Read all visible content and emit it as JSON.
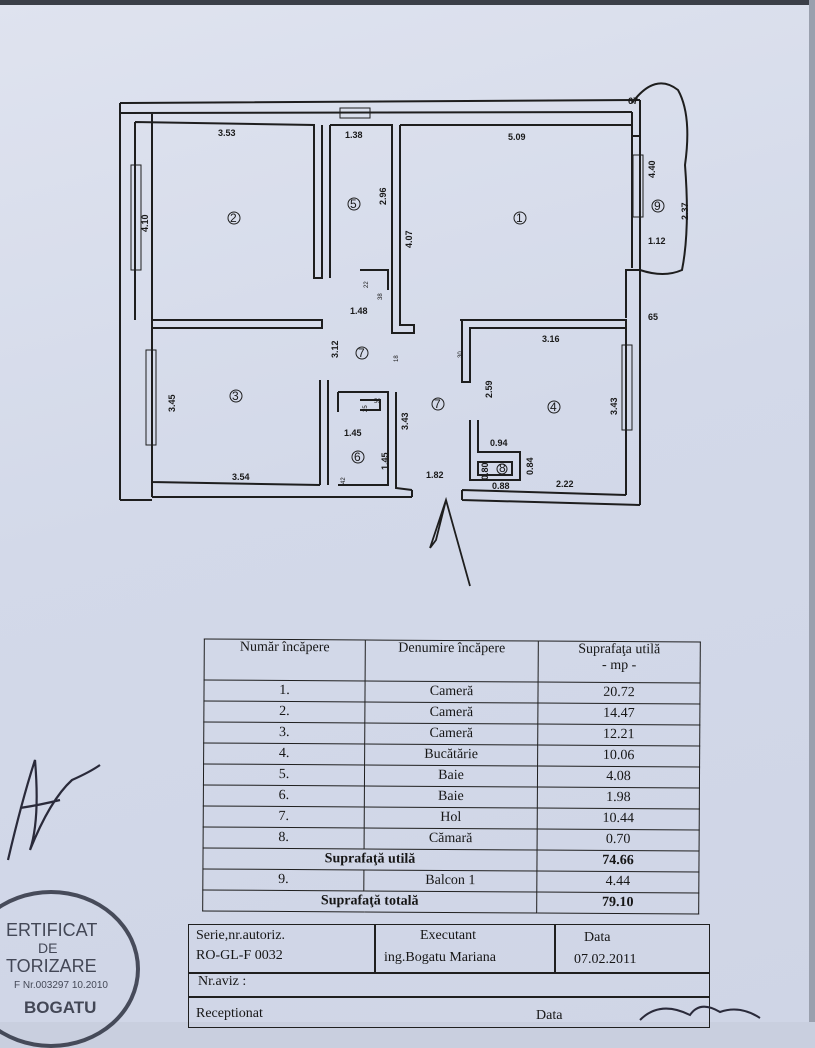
{
  "plan": {
    "dims": {
      "d353": "3.53",
      "d138": "1.38",
      "d509": "5.09",
      "d67": "67",
      "d410": "4.10",
      "d296": "2.96",
      "d407": "4.07",
      "d440": "4.40",
      "d237": "2.37",
      "d112": "1.12",
      "d148": "1.48",
      "d65": "65",
      "d312": "3.12",
      "d316": "3.16",
      "d345": "3.45",
      "d343a": "3.43",
      "d259": "2.59",
      "d343b": "3.43",
      "d145a": "1.45",
      "d145b": "1.45",
      "d094": "0.94",
      "d080": "0.80",
      "d084": "0.84",
      "d088": "0.88",
      "d354": "3.54",
      "d182": "1.82",
      "d222": "2.22",
      "s22": "22",
      "s38": "38",
      "s18": "18",
      "s30": "30",
      "s25": "25",
      "s50": "50",
      "s42": "42"
    },
    "rooms": [
      "1",
      "2",
      "3",
      "4",
      "5",
      "6",
      "7",
      "7",
      "8",
      "9"
    ]
  },
  "table": {
    "headers": [
      "Număr  încăpere",
      "Denumire  încăpere",
      "Suprafaţa utilă\n- mp -"
    ],
    "rows": [
      {
        "nr": "1.",
        "name": "Cameră",
        "area": "20.72"
      },
      {
        "nr": "2.",
        "name": "Cameră",
        "area": "14.47"
      },
      {
        "nr": "3.",
        "name": "Cameră",
        "area": "12.21"
      },
      {
        "nr": "4.",
        "name": "Bucătărie",
        "area": "10.06"
      },
      {
        "nr": "5.",
        "name": "Baie",
        "area": "4.08"
      },
      {
        "nr": "6.",
        "name": "Baie",
        "area": "1.98"
      },
      {
        "nr": "7.",
        "name": "Hol",
        "area": "10.44"
      },
      {
        "nr": "8.",
        "name": "Cămară",
        "area": "0.70"
      }
    ],
    "useful_label": "Suprafaţă utilă",
    "useful_value": "74.66",
    "balcony": {
      "nr": "9.",
      "name": "Balcon 1",
      "area": "4.44"
    },
    "total_label": "Suprafaţă totală",
    "total_value": "79.10"
  },
  "sign": {
    "serie_label": "Serie,nr.autoriz.",
    "serie_value": "RO-GL-F 0032",
    "exec_label": "Executant",
    "exec_value": "ing.Bogatu Mariana",
    "data_label": "Data",
    "data_value": "07.02.2011",
    "aviz_label": "Nr.aviz :",
    "recep_label": "Receptionat",
    "data2_label": "Data"
  },
  "stamp": {
    "line1": "ERTIFICAT",
    "line2": "DE",
    "line3": "TORIZARE",
    "line4": "F Nr.003297 10.2010",
    "line5": "BOGATU"
  }
}
